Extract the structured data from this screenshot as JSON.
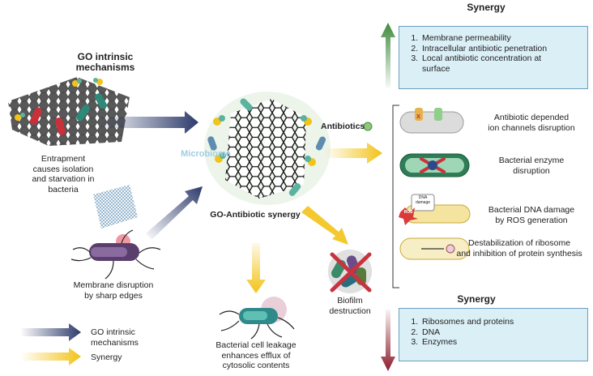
{
  "titles": {
    "go_intrinsic": "GO intrinsic mechanisms",
    "synergy_top": "Synergy",
    "synergy_bottom": "Synergy",
    "go_antibiotic": "GO-Antibiotic synergy"
  },
  "labels": {
    "antibiotics": "Antibiotics",
    "microbiome": "Microbiome",
    "entrapment": [
      "Entrapment",
      "causes isolation",
      "and starvation in",
      "bacteria"
    ],
    "membrane": [
      "Membrane disruption",
      "by sharp edges"
    ],
    "leakage": [
      "Bacterial cell leakage",
      "enhances efflux of",
      "cytosolic contents"
    ],
    "biofilm": [
      "Biofilm",
      "destruction"
    ],
    "dna_icon": [
      "DNA",
      "damage"
    ],
    "ros_icon": "ROS"
  },
  "synergy_top_items": [
    "Membrane permeability",
    "Intracellular antibiotic penetration",
    "Local antibiotic concentration at surface"
  ],
  "synergy_bottom_items": [
    "Ribosomes and proteins",
    "DNA",
    "Enzymes"
  ],
  "mechanisms": [
    [
      "Antibiotic depended",
      "ion channels disruption"
    ],
    [
      "Bacterial enzyme",
      "disruption"
    ],
    [
      "Bacterial DNA damage",
      "by ROS generation"
    ],
    [
      "Destabilization of ribosome",
      "and inhibition of protein synthesis"
    ]
  ],
  "legend": [
    {
      "label": [
        "GO intrinsic",
        "mechanisms"
      ],
      "color": "#2d3b6b"
    },
    {
      "label": [
        "Synergy"
      ],
      "color": "#f2c318"
    }
  ],
  "colors": {
    "navy_arrow": "#2d3b6b",
    "yellow_arrow": "#f2c318",
    "green_arrow": "#3f8a3d",
    "red_arrow": "#8b1a2a",
    "box_fill": "#dbeff6"
  }
}
